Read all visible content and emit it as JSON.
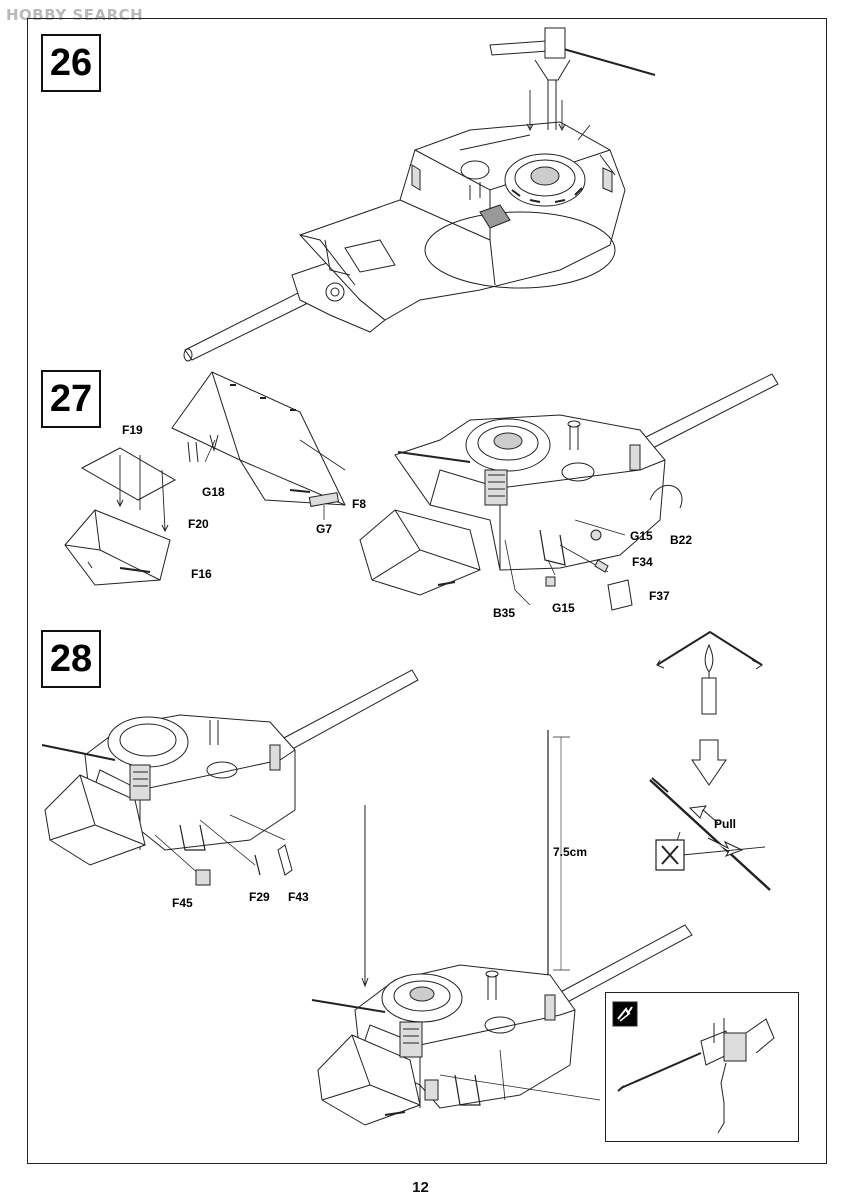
{
  "watermark": "HOBBY SEARCH",
  "page_number": "12",
  "steps": [
    {
      "number": "26"
    },
    {
      "number": "27"
    },
    {
      "number": "28"
    }
  ],
  "step27": {
    "parts": [
      "F19",
      "G18",
      "F8",
      "G7",
      "F20",
      "F16",
      "G15",
      "B22",
      "F34",
      "G15",
      "F37",
      "B35"
    ]
  },
  "step28": {
    "parts": [
      "F45",
      "F29",
      "F43"
    ],
    "measure": "7.5cm",
    "pull": "Pull"
  },
  "icons": [
    "candle-flame-icon",
    "down-arrow-icon",
    "nippers-icon",
    "replace-icon"
  ]
}
